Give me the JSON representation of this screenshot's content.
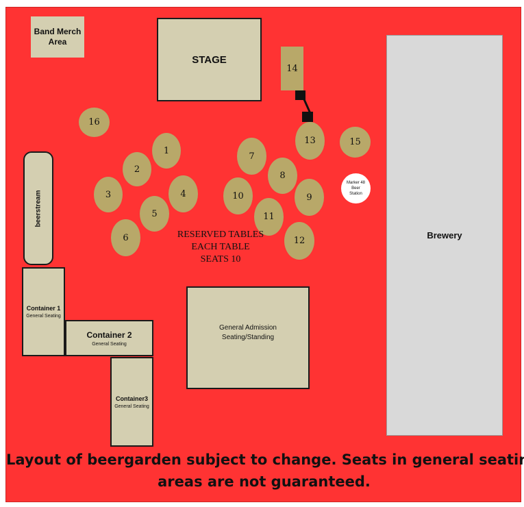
{
  "areas": {
    "band_merch": "Band Merch Area",
    "stage": "STAGE",
    "brewery": "Brewery",
    "beerstream": "beerstream",
    "container1": {
      "name": "Container 1",
      "sub": "General Seating"
    },
    "container2": {
      "name": "Container 2",
      "sub": "General Seating"
    },
    "container3": {
      "name": "Container3",
      "sub": "General Seating"
    },
    "general_admission": "General Admission Seating/Standing",
    "marker_station": "Marker 48 Beer Station"
  },
  "tables": [
    "1",
    "2",
    "3",
    "4",
    "5",
    "6",
    "7",
    "8",
    "9",
    "10",
    "11",
    "12",
    "13",
    "14",
    "15",
    "16"
  ],
  "reserved_label": [
    "RESERVED TABLES",
    "EACH TABLE",
    "SEATS 10"
  ],
  "footer_note": [
    "Layout of beergarden subject to change. Seats in general seating",
    "areas are not guaranteed."
  ],
  "colors": {
    "background": "#ff3333",
    "zone": "#d4cfb1",
    "table": "#b8a869",
    "brewery": "#d9d9d9",
    "station": "#ffffff"
  }
}
